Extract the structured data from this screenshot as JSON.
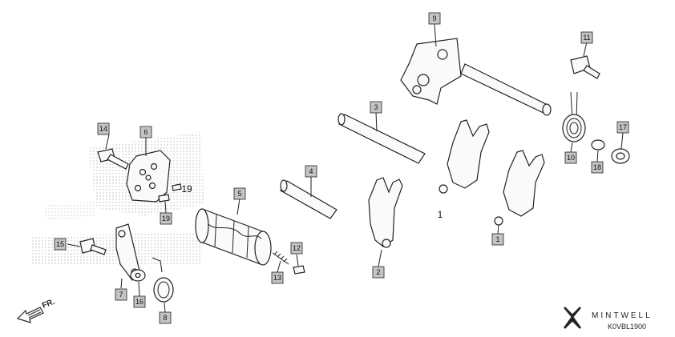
{
  "callouts": [
    {
      "id": "c1",
      "label": "1"
    },
    {
      "id": "c2",
      "label": "2"
    },
    {
      "id": "c3",
      "label": "3"
    },
    {
      "id": "c4",
      "label": "4"
    },
    {
      "id": "c5",
      "label": "5"
    },
    {
      "id": "c6",
      "label": "6"
    },
    {
      "id": "c7",
      "label": "7"
    },
    {
      "id": "c8",
      "label": "8"
    },
    {
      "id": "c9",
      "label": "9"
    },
    {
      "id": "c10",
      "label": "10"
    },
    {
      "id": "c11",
      "label": "11"
    },
    {
      "id": "c12",
      "label": "12"
    },
    {
      "id": "c13",
      "label": "13"
    },
    {
      "id": "c14",
      "label": "14"
    },
    {
      "id": "c15",
      "label": "15"
    },
    {
      "id": "c16",
      "label": "16"
    },
    {
      "id": "c17",
      "label": "17"
    },
    {
      "id": "c18",
      "label": "18"
    },
    {
      "id": "c19",
      "label": "19"
    }
  ],
  "plain_labels": {
    "fork_1": "1",
    "pin_19": "19"
  },
  "direction": {
    "text": "FR."
  },
  "brand": {
    "name": "MINTWELL",
    "code": "K0VBL1900"
  },
  "colors": {
    "callout_fill": "#c4c4c4",
    "ink": "#222222",
    "dot_pattern": "#9a9a9a"
  }
}
